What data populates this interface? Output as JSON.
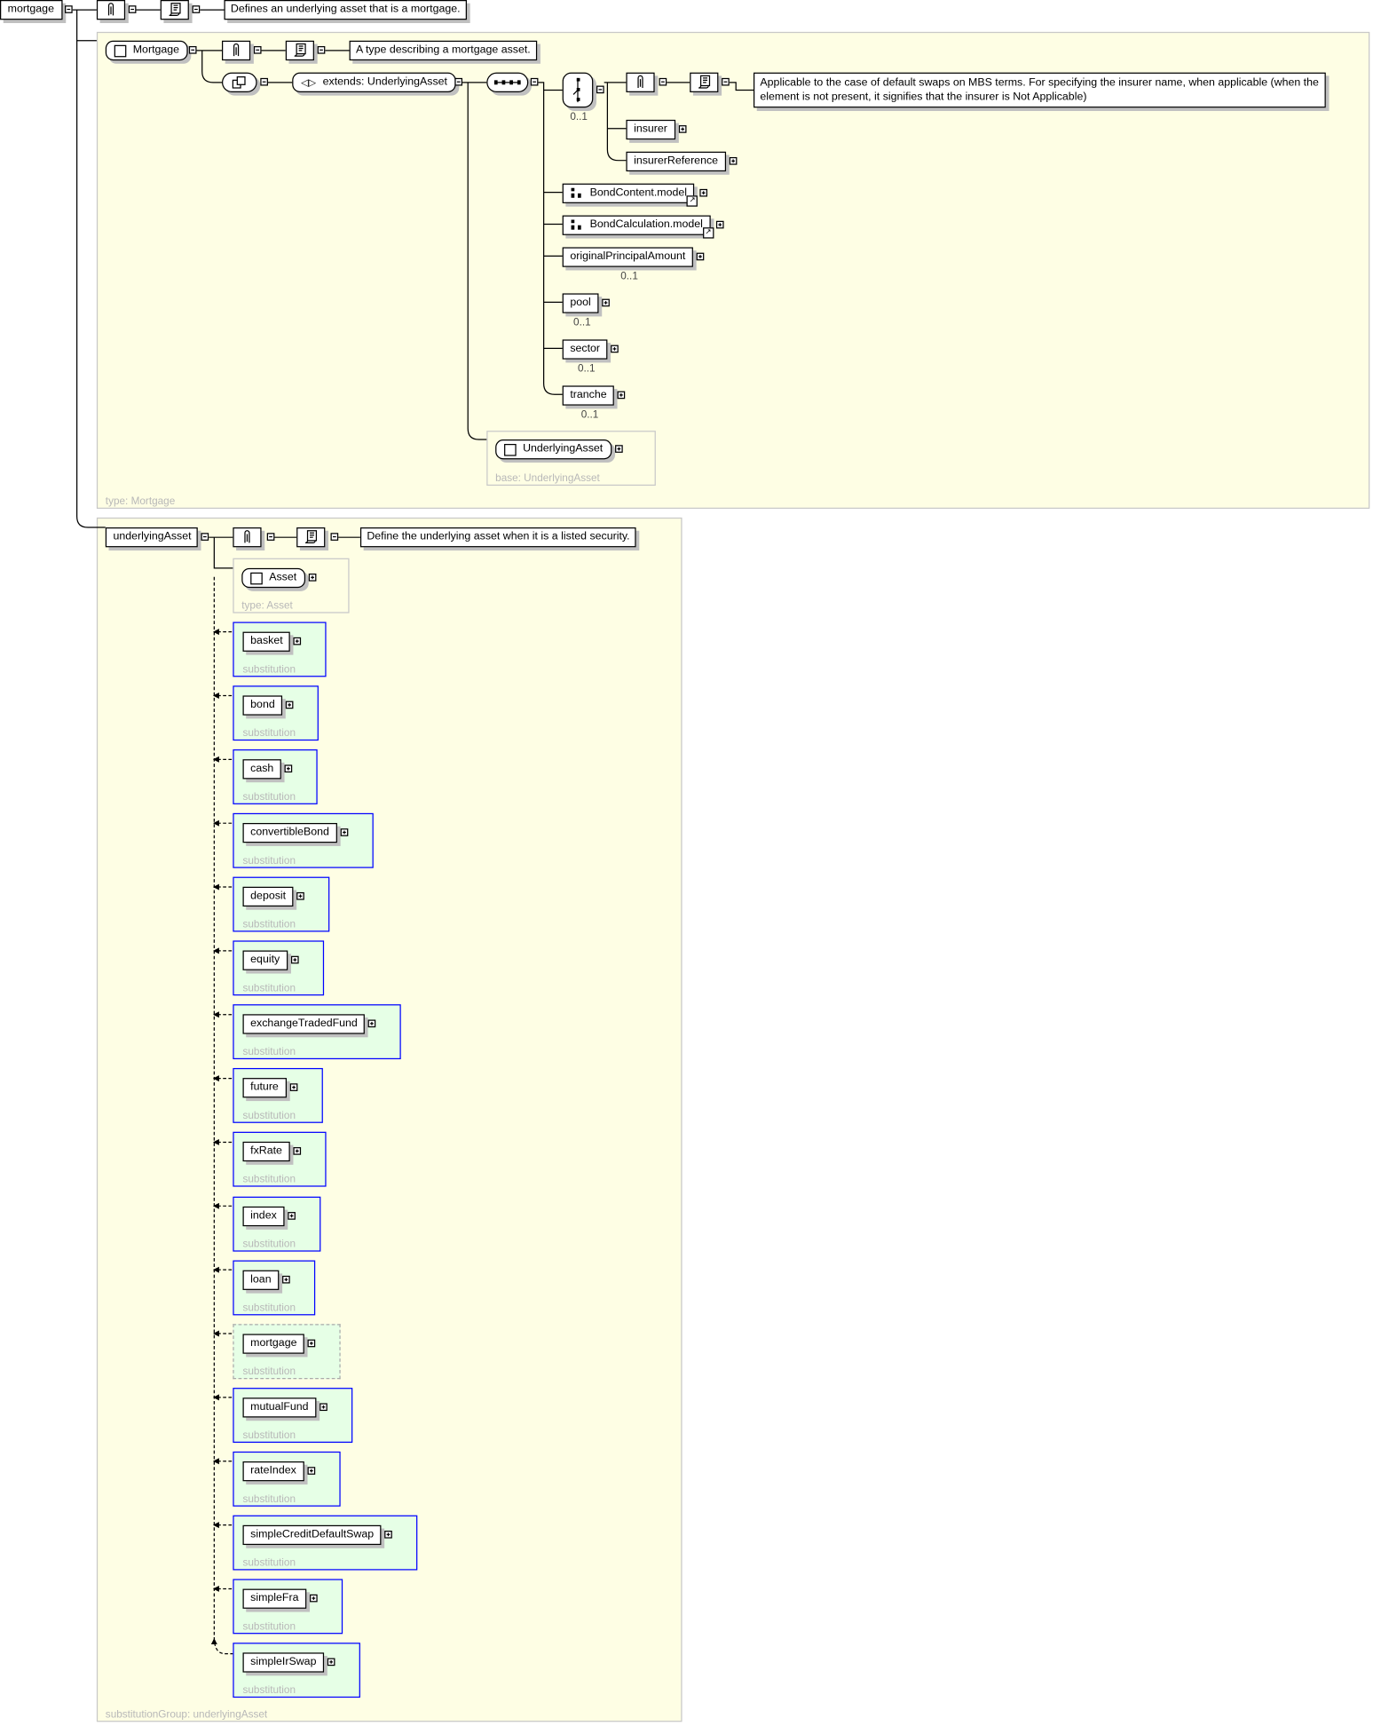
{
  "root": {
    "element": "mortgage",
    "documentation": "Defines an underlying asset that is a mortgage."
  },
  "mortgage_type": {
    "name": "Mortgage",
    "documentation": "A type describing a mortgage asset.",
    "extends": "extends: UnderlyingAsset",
    "frame_label": "type: Mortgage",
    "choice": {
      "occurs": "0..1",
      "documentation": "Applicable to the case of default swaps on MBS terms. For specifying the insurer name, when applicable (when the element is not present, it signifies that the insurer is Not Applicable)",
      "items": [
        "insurer",
        "insurerReference"
      ]
    },
    "sequence_items": [
      {
        "name": "BondContent.model",
        "group": true
      },
      {
        "name": "BondCalculation.model",
        "group": true
      },
      {
        "name": "originalPrincipalAmount",
        "occurs": "0..1"
      },
      {
        "name": "pool",
        "occurs": "0..1"
      },
      {
        "name": "sector",
        "occurs": "0..1"
      },
      {
        "name": "tranche",
        "occurs": "0..1"
      }
    ],
    "base": {
      "name": "UnderlyingAsset",
      "label": "base: UnderlyingAsset"
    }
  },
  "substitution_head": {
    "element": "underlyingAsset",
    "documentation": "Define the underlying asset when it is a listed security.",
    "type_name": "Asset",
    "type_label": "type: Asset",
    "frame_label": "substitutionGroup: underlyingAsset",
    "substitution_label": "substitution",
    "members": [
      "basket",
      "bond",
      "cash",
      "convertibleBond",
      "deposit",
      "equity",
      "exchangeTradedFund",
      "future",
      "fxRate",
      "index",
      "loan",
      "mortgage",
      "mutualFund",
      "rateIndex",
      "simpleCreditDefaultSwap",
      "simpleFra",
      "simpleIrSwap"
    ],
    "current_member": "mortgage"
  },
  "colors": {
    "frame_bg": "#fefee4",
    "substitution_bg": "#e6ffe6",
    "substitution_border": "#0000ff"
  }
}
